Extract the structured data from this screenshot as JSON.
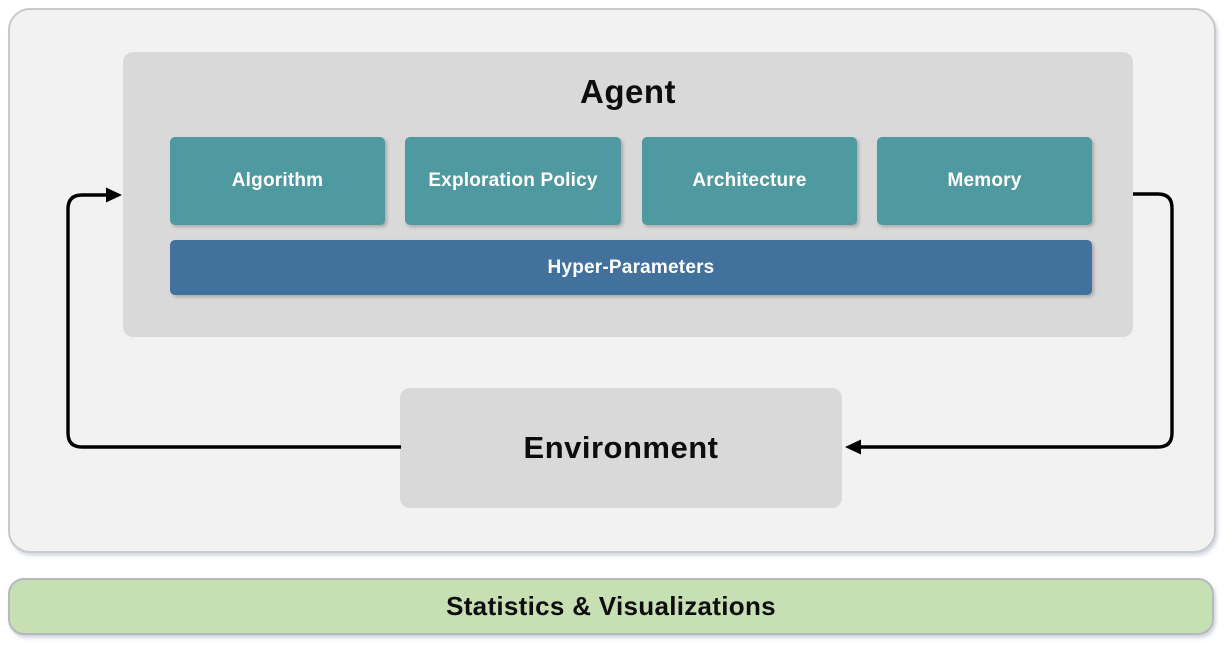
{
  "colors": {
    "panel-bg": "#f2f2f2",
    "panel-border": "#c7c9cc",
    "box-gray": "#d9d9d9",
    "teal": "#4f9aa1",
    "blue": "#41719c",
    "green": "#c6e0b4",
    "green-border": "#b6b9bd",
    "arrow": "#000000",
    "text-dark": "#0d0d0d",
    "text-light": "#ffffff"
  },
  "agent": {
    "title": "Agent",
    "components": [
      {
        "label": "Algorithm"
      },
      {
        "label": "Exploration Policy"
      },
      {
        "label": "Architecture"
      },
      {
        "label": "Memory"
      }
    ],
    "hyper_parameters": {
      "label": "Hyper-Parameters"
    }
  },
  "environment": {
    "label": "Environment"
  },
  "footer": {
    "label": "Statistics & Visualizations"
  }
}
